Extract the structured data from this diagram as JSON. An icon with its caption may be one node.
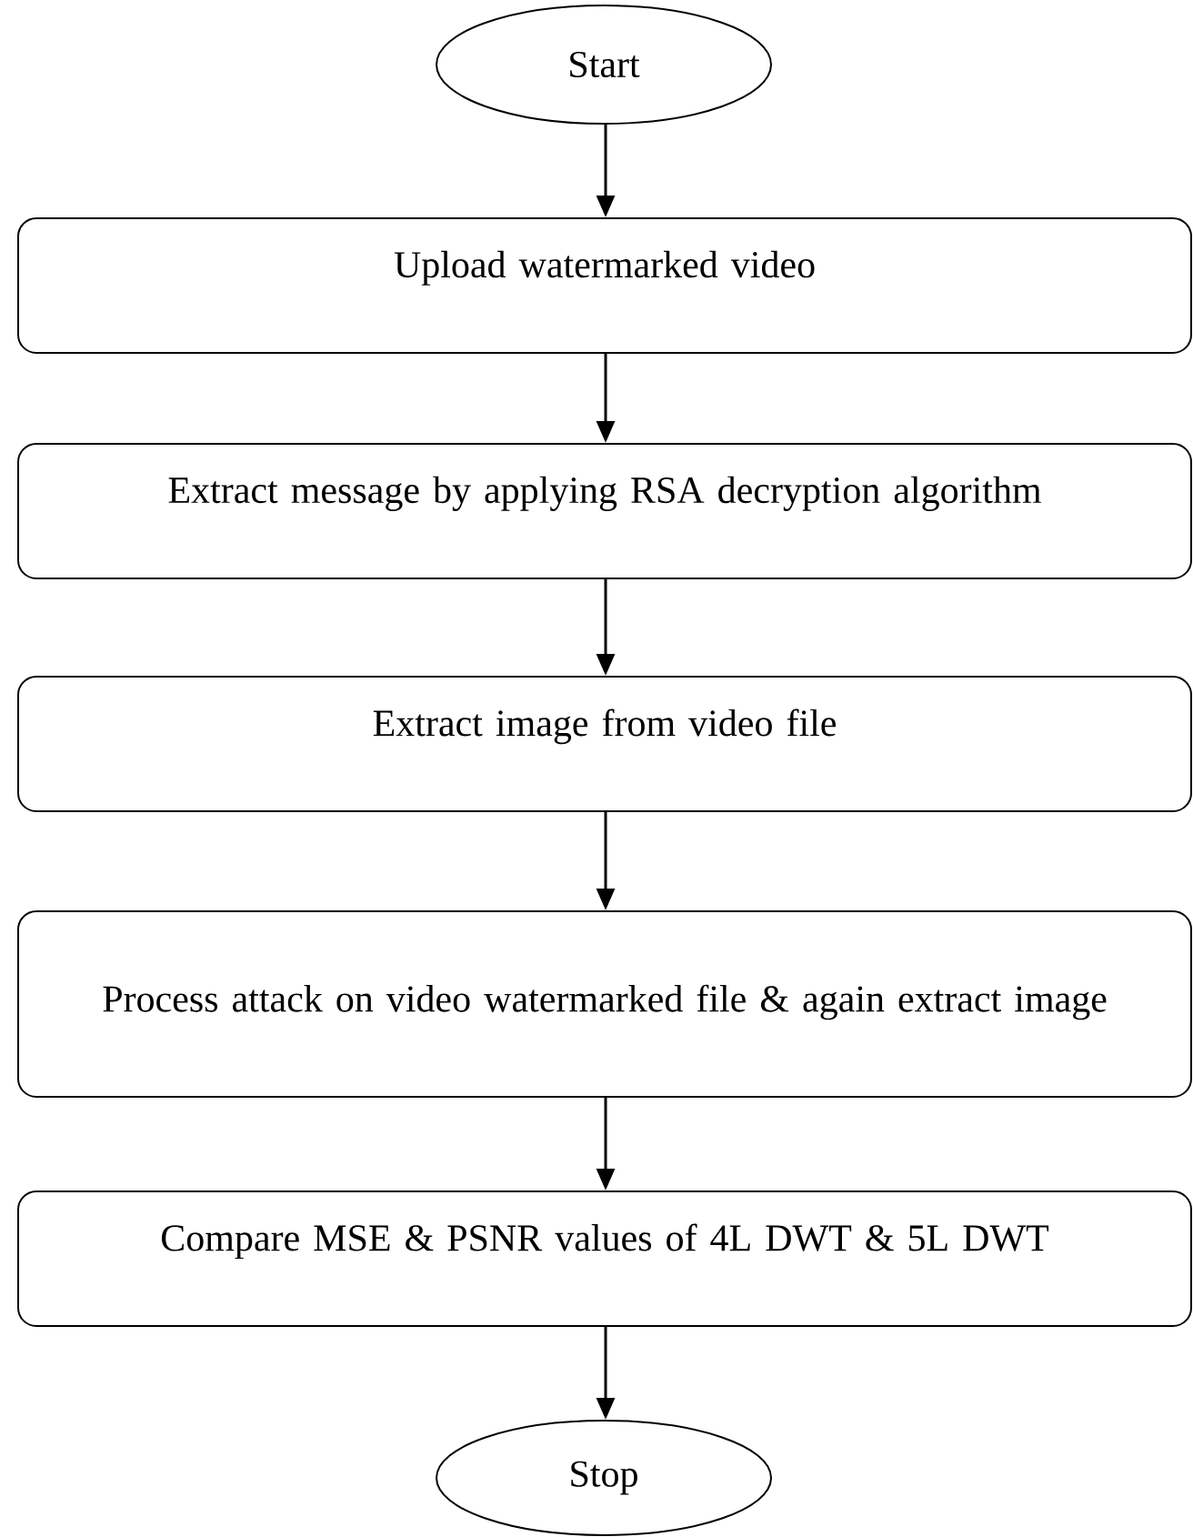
{
  "diagram": {
    "nodes": [
      {
        "text": [
          "Start"
        ]
      },
      {
        "text": [
          "Upload watermarked video"
        ]
      },
      {
        "text": [
          "Extract message by applying RSA decryption algorithm"
        ]
      },
      {
        "text": [
          "Extract image from video file"
        ]
      },
      {
        "text": [
          "Process attack on video watermarked file & again extract image"
        ]
      },
      {
        "text": [
          "Compare MSE & PSNR values of 4L DWT & 5L DWT"
        ]
      },
      {
        "text": [
          "Stop"
        ]
      }
    ],
    "edges": [
      {
        "from": 0,
        "to": 1,
        "arrow": "to"
      },
      {
        "from": 1,
        "to": 2,
        "arrow": "to"
      },
      {
        "from": 2,
        "to": 3,
        "arrow": "to"
      },
      {
        "from": 3,
        "to": 4,
        "arrow": "to"
      },
      {
        "from": 4,
        "to": 5,
        "arrow": "to"
      },
      {
        "from": 5,
        "to": 6,
        "arrow": "to"
      }
    ]
  }
}
